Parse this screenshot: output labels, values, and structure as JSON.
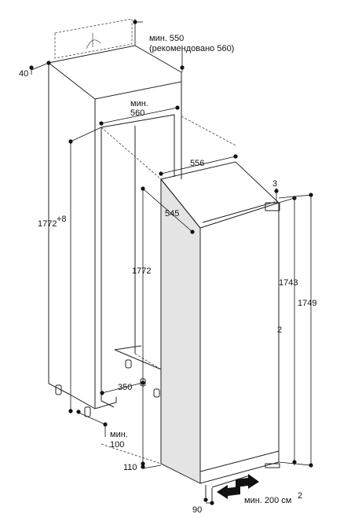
{
  "labels": {
    "niche_top_min": "мин. 550",
    "niche_top_rec": "(рекомендовано 560)",
    "side_40": "40",
    "niche_width_min": "мин.",
    "niche_width_val": "560",
    "appliance_width": "556",
    "gap_3": "3",
    "appliance_depth": "545",
    "niche_height": "1772",
    "niche_height_tol": "+8",
    "inner_height": "1772",
    "appliance_h1": "1743",
    "appliance_h2": "1749",
    "base_depth": "350",
    "vent_min": "мин.",
    "vent_val": "100",
    "base_110": "110",
    "base_90": "90",
    "vent_area": "мин. 200 см",
    "vent_area_sup": "2",
    "note_2": "2"
  }
}
